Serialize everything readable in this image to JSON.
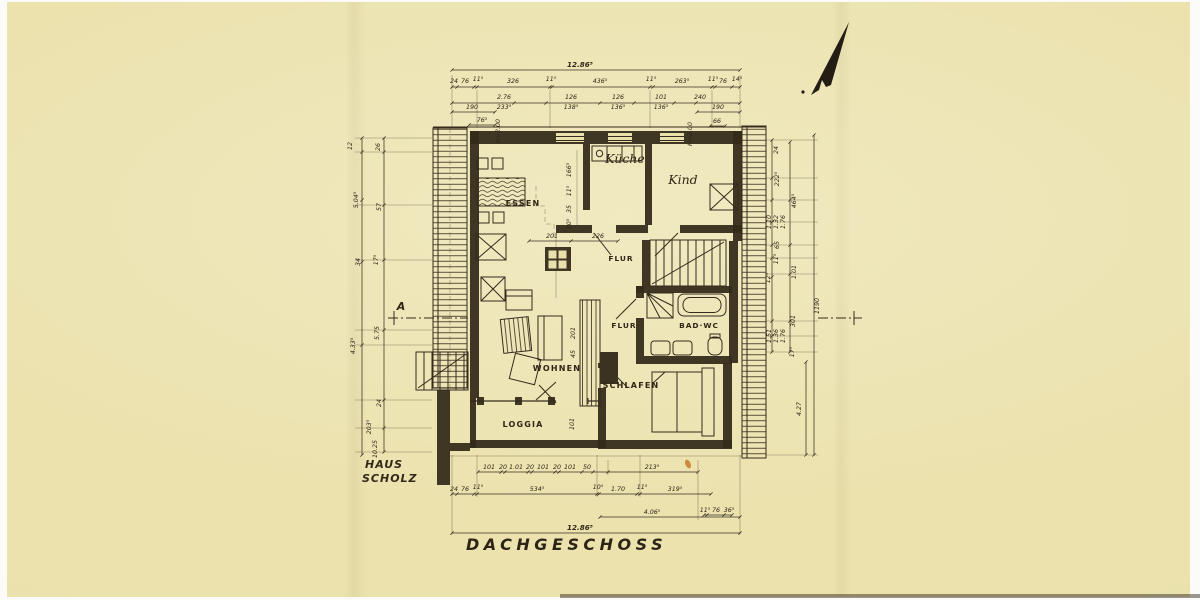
{
  "scan": {
    "plan_title": "DACHGESCHOSS",
    "house_line1": "HAUS",
    "house_line2": "SCHOLZ",
    "section_marker": "A"
  },
  "rooms": {
    "essen": "ESSEN",
    "kueche": "Küche",
    "kind": "Kind",
    "flur_upper": "FLUR",
    "flur_lower": "FLUR",
    "bad": "BAD·WC",
    "wohnen": "WOHNEN",
    "schlafen": "SCHLAFEN",
    "loggia": "LOGGIA"
  },
  "dims": {
    "top": {
      "overall": "12.86⁵",
      "row1": [
        "24",
        "76",
        "11⁵",
        "326",
        "11⁵",
        "436⁵",
        "11⁵",
        "263⁵",
        "11⁵",
        "76",
        "14⁵"
      ],
      "row2_upper": [
        "2.76",
        "126",
        "126",
        "101"
      ],
      "row2_lower": [
        "233⁵",
        "138⁵",
        "136⁵",
        "136⁵"
      ],
      "row2_last": "240",
      "l190": "190",
      "l76": "76⁵",
      "r190": "190",
      "r66": "66",
      "height_note_left": "H=2.00",
      "height_note_right": "H=2.00"
    },
    "bottom": {
      "row1": [
        "101",
        "20",
        "1.01",
        "20",
        "101",
        "20",
        "101",
        "50",
        "213⁵"
      ],
      "row2": [
        "24",
        "76",
        "11⁵",
        "534⁵",
        "10⁵",
        "1.70",
        "11⁵",
        "319⁵"
      ],
      "row2_right": [
        "11⁵",
        "76",
        "36⁵"
      ],
      "row3": "4.06⁵",
      "overall": "12.86⁵"
    },
    "left": [
      "12",
      "26",
      "5.04⁵",
      "57",
      "34",
      "17⁵",
      "5.75",
      "4.33⁵",
      "24",
      "203⁵",
      "10.25"
    ],
    "right": {
      "col": [
        "24",
        "222⁵",
        "464⁵",
        "1.10",
        "1.32",
        "1.76",
        "65",
        "11⁵",
        "1.01",
        "12⁵",
        "301",
        "1.51",
        "1.36",
        "1.76",
        "17⁵"
      ],
      "overall": "1190",
      "lower": "4.27"
    },
    "interior": {
      "a": "201",
      "b": "226",
      "c": "201",
      "d": "45",
      "e": "101",
      "stack": [
        "166⁵",
        "11⁵",
        "35",
        "10⁵"
      ]
    }
  },
  "colors": {
    "paper": "#e9e0ab",
    "ink": "#33291c",
    "speck": "#c8832f"
  }
}
